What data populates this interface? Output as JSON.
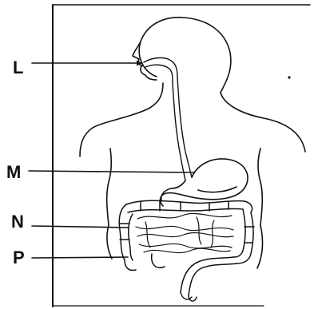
{
  "labels": {
    "L": "L",
    "M": "M",
    "N": "N",
    "P": "P"
  },
  "colors": {
    "ink": "#111111",
    "background": "#ffffff"
  }
}
